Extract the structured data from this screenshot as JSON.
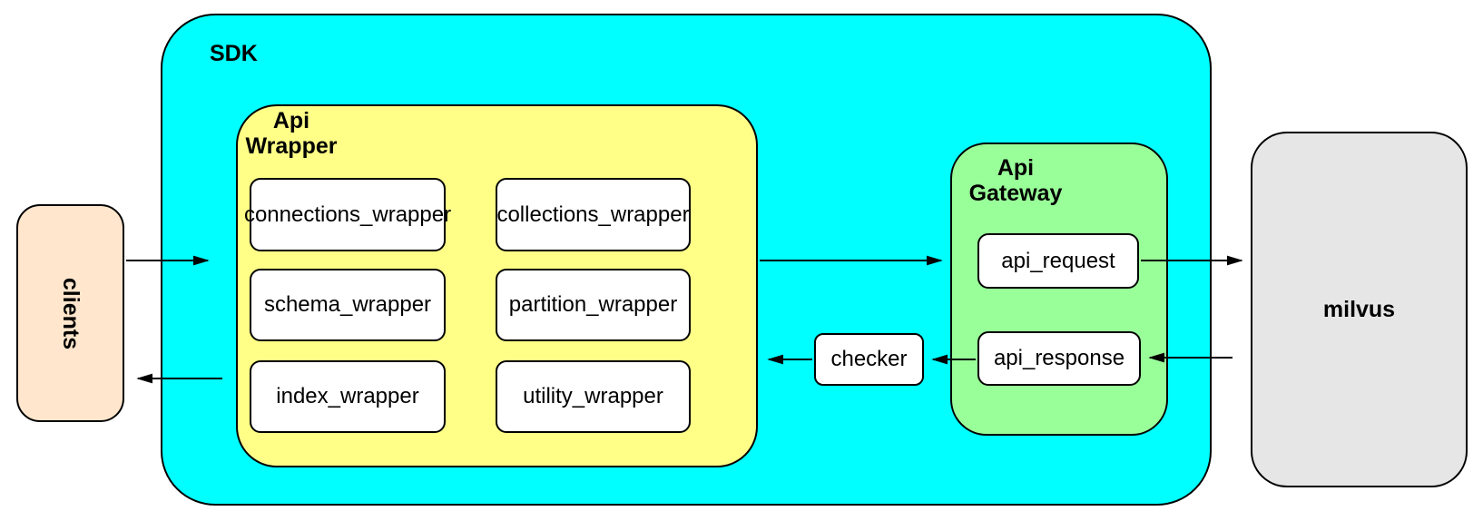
{
  "colors": {
    "canvas-bg": "#ffffff",
    "sdk-fill": "#00ffff",
    "wrapper-fill": "#ffff88",
    "gateway-fill": "#99ff99",
    "clients-fill": "#ffe6cc",
    "milvus-fill": "#e6e6e6",
    "node-fill": "#ffffff",
    "stroke": "#000000"
  },
  "nodes": {
    "clients": {
      "label": "clients"
    },
    "sdk": {
      "label": "SDK"
    },
    "api_wrapper": {
      "label_line1": "Api",
      "label_line2": "Wrapper"
    },
    "api_gateway": {
      "label_line1": "Api",
      "label_line2": "Gateway"
    },
    "milvus": {
      "label": "milvus"
    },
    "api_request": {
      "label": "api_request"
    },
    "api_response": {
      "label": "api_response"
    },
    "checker": {
      "label": "checker"
    },
    "wrappers": [
      {
        "label": "connections_wrapper"
      },
      {
        "label": "collections_wrapper"
      },
      {
        "label": "schema_wrapper"
      },
      {
        "label": "partition_wrapper"
      },
      {
        "label": "index_wrapper"
      },
      {
        "label": "utility_wrapper"
      }
    ]
  },
  "edges": [
    {
      "from": "clients",
      "to": "sdk"
    },
    {
      "from": "sdk",
      "to": "clients"
    },
    {
      "from": "api_wrapper",
      "to": "api_gateway"
    },
    {
      "from": "api_request",
      "to": "milvus"
    },
    {
      "from": "milvus",
      "to": "api_response"
    },
    {
      "from": "api_response",
      "to": "checker"
    },
    {
      "from": "checker",
      "to": "api_wrapper"
    }
  ]
}
